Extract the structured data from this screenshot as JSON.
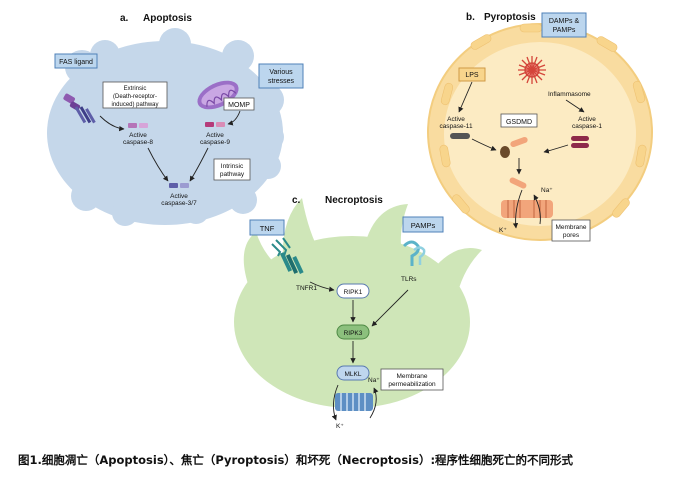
{
  "apoptosis": {
    "title_letter": "a.",
    "title": "Apoptosis",
    "fas_ligand": "FAS ligand",
    "extrinsic": [
      "Extrinsic",
      "(Death-receptor-",
      "induced) pathway"
    ],
    "various": [
      "Various",
      "stresses"
    ],
    "momp": "MOMP",
    "active_caspase8": [
      "Active",
      "caspase-8"
    ],
    "active_caspase9": [
      "Active",
      "caspase-9"
    ],
    "intrinsic": [
      "Intrinsic",
      "pathway"
    ],
    "active_caspase37": [
      "Active",
      "caspase-3/7"
    ]
  },
  "pyroptosis": {
    "title_letter": "b.",
    "title": "Pyroptosis",
    "damps": [
      "DAMPs &",
      "PAMPs"
    ],
    "lps": "LPS",
    "inflammasome": "Inflammasome",
    "active_caspase11": [
      "Active",
      "caspase-11"
    ],
    "gsdmd": "GSDMD",
    "active_caspase1": [
      "Active",
      "caspase-1"
    ],
    "na": "Na⁺",
    "k": "K⁺",
    "membrane_pores": [
      "Membrane",
      "pores"
    ]
  },
  "necroptosis": {
    "title_letter": "c.",
    "title": "Necroptosis",
    "tnf": "TNF",
    "pamps": "PAMPs",
    "tnfr1": "TNFR1",
    "tlrs": "TLRs",
    "ripk1": "RIPK1",
    "ripk3": "RIPK3",
    "mlkl": "MLKL",
    "na": "Na⁺",
    "k": "K⁺",
    "membrane_perm": [
      "Membrane",
      "permeabilization"
    ]
  },
  "caption": "图1.细胞凋亡（Apoptosis）、焦亡（Pyroptosis）和坏死（Necroptosis）:程序性细胞死亡的不同形式",
  "colors": {
    "apoptosis_cell": "#c5d7ea",
    "pyroptosis_cell": "#fbe7b7",
    "pyroptosis_border": "#f5d490",
    "necroptosis_cell": "#cfe6b8",
    "label_box": "#bcd6ee",
    "label_border": "#4f81b8",
    "ripk3_fill": "#8cc07d",
    "mlkl_fill": "#bfd6ee"
  }
}
